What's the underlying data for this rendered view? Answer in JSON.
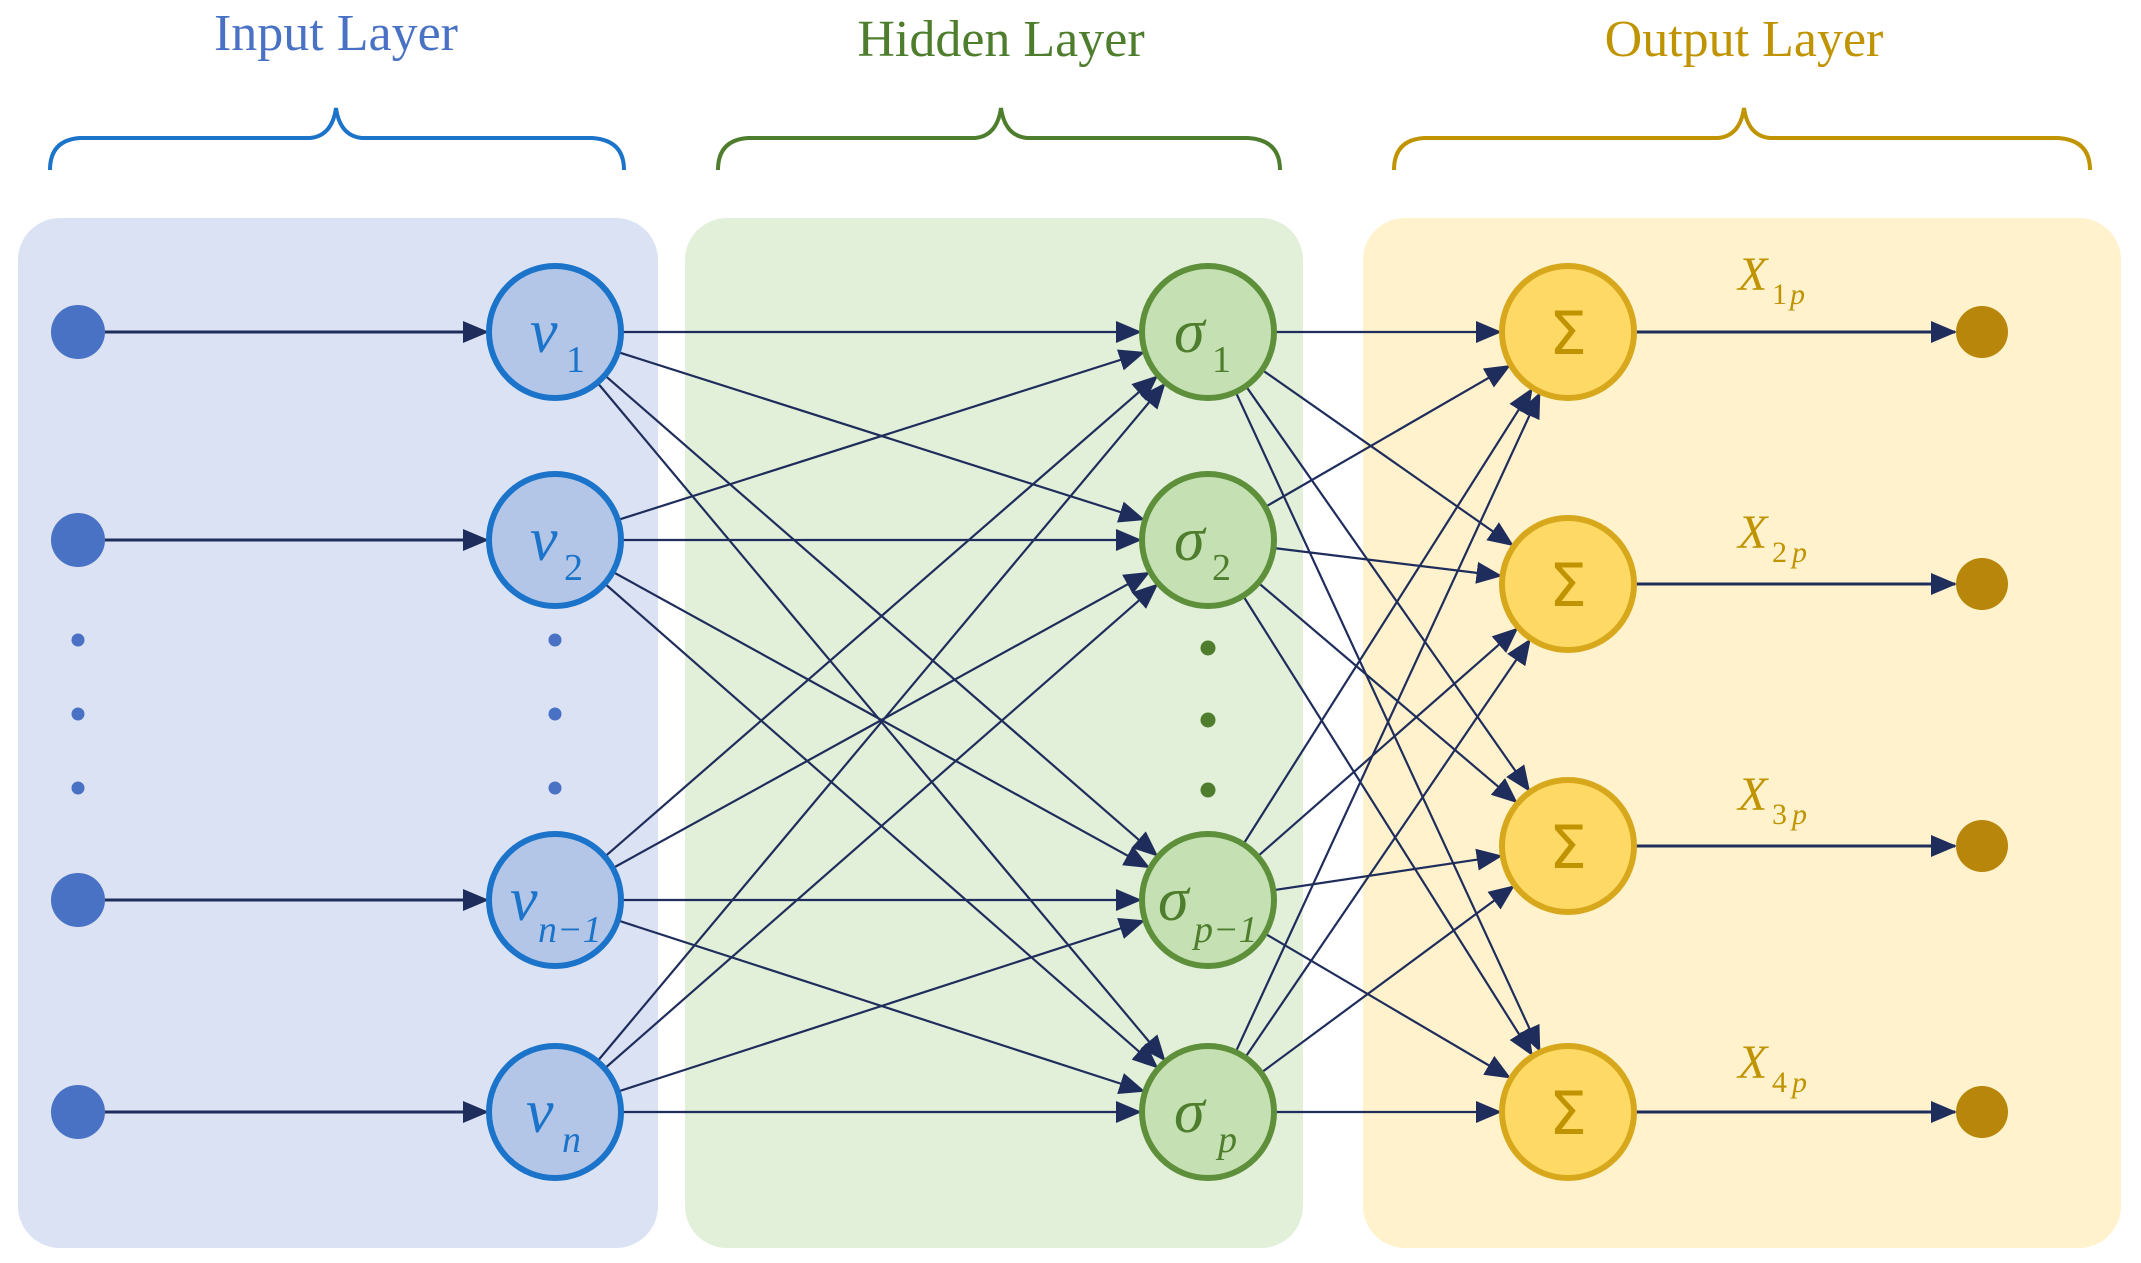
{
  "colors": {
    "input_main": "#4a72c4",
    "input_panel": "#dbe2f3",
    "input_node_fill": "#b4c6e7",
    "input_node_stroke": "#1b74c9",
    "hidden_main": "#4e7e2d",
    "hidden_panel": "#e2efd9",
    "hidden_node_fill": "#c5e0b3",
    "hidden_node_stroke": "#5e8f3a",
    "output_main": "#c09300",
    "output_panel": "#fff2cc",
    "output_node_fill": "#ffd966",
    "output_node_stroke": "#d8a81c",
    "output_dot": "#b8860b",
    "edge": "#1f2d5c"
  },
  "layers": {
    "input": {
      "title": "Input Layer",
      "nodes": [
        {
          "symbol": "v",
          "sub": "1"
        },
        {
          "symbol": "v",
          "sub": "2"
        },
        {
          "symbol": "v",
          "sub": "n−1"
        },
        {
          "symbol": "v",
          "sub": "n"
        }
      ]
    },
    "hidden": {
      "title": "Hidden Layer",
      "nodes": [
        {
          "symbol": "σ",
          "sub": "1"
        },
        {
          "symbol": "σ",
          "sub": "2"
        },
        {
          "symbol": "σ",
          "sub": "p−1"
        },
        {
          "symbol": "σ",
          "sub": "p"
        }
      ]
    },
    "output": {
      "title": "Output Layer",
      "nodes": [
        {
          "symbol": "Σ",
          "label": "X",
          "sub": "1",
          "sub2": "p"
        },
        {
          "symbol": "Σ",
          "label": "X",
          "sub": "2",
          "sub2": "p"
        },
        {
          "symbol": "Σ",
          "label": "X",
          "sub": "3",
          "sub2": "p"
        },
        {
          "symbol": "Σ",
          "label": "X",
          "sub": "4",
          "sub2": "p"
        }
      ]
    }
  }
}
